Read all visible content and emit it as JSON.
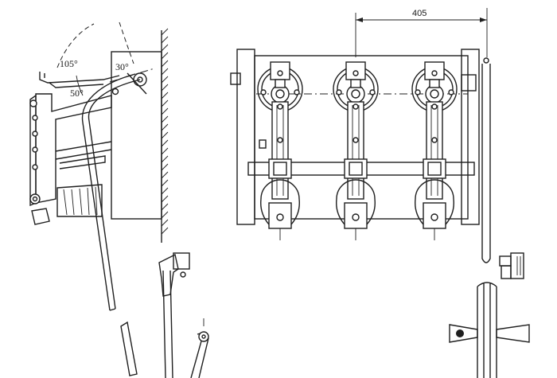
{
  "dimensions": {
    "spacing": "405"
  },
  "angles": {
    "a105": "105°",
    "a50": "50°",
    "a30": "30°"
  },
  "colors": {
    "line": "#1f1f1f",
    "background": "#ffffff"
  }
}
